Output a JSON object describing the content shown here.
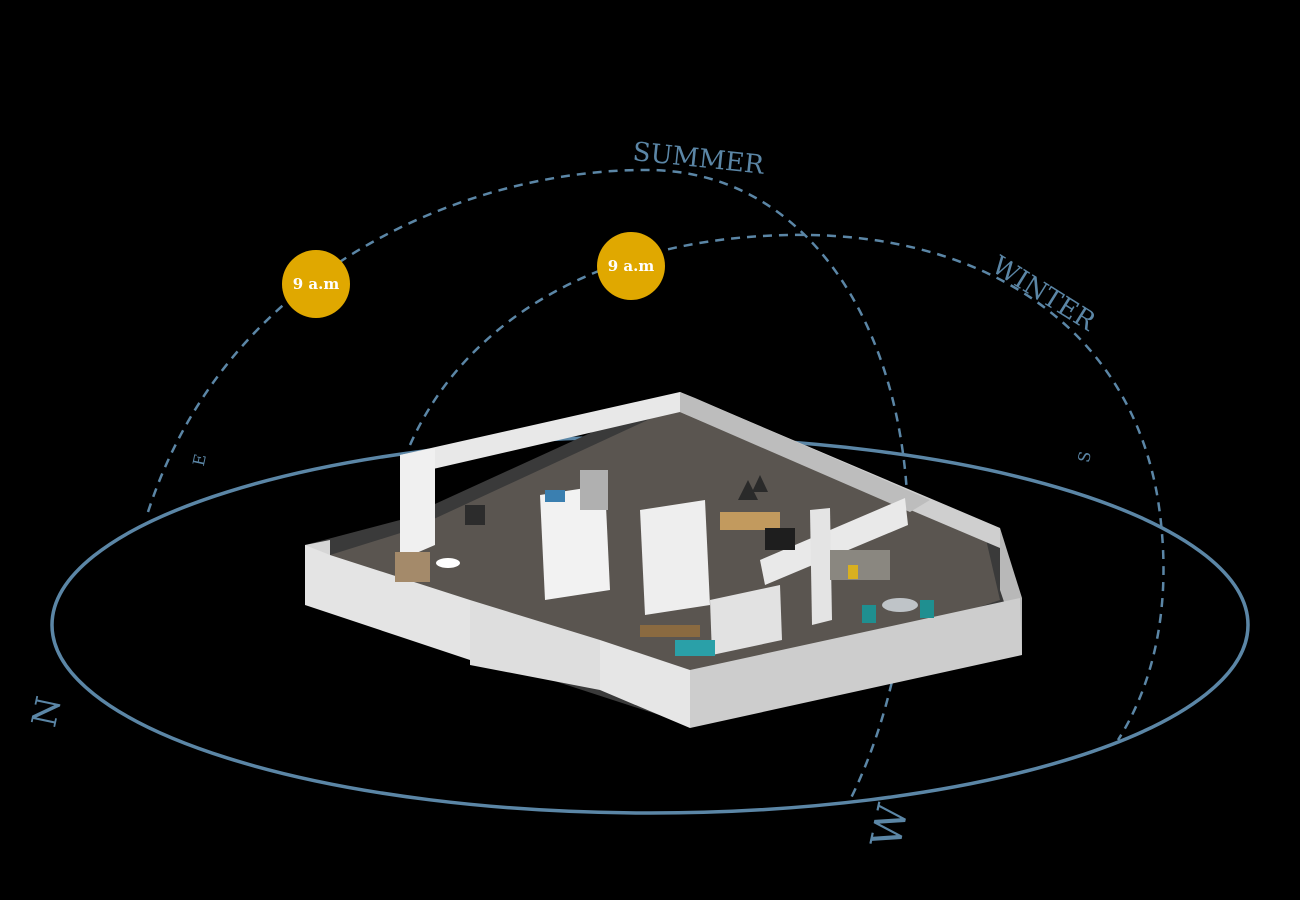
{
  "diagram": {
    "paths": {
      "summer_label": "SUMMER",
      "winter_label": "WINTER"
    },
    "suns": [
      {
        "label": "9 a.m"
      },
      {
        "label": "9 a.m"
      }
    ],
    "compass": {
      "north": "N",
      "east": "E",
      "south": "S",
      "west": "W"
    },
    "colors": {
      "background": "#000000",
      "path_line": "#5b86a6",
      "sun": "#e0a800",
      "sun_text": "#ffffff",
      "building_wall": "#dcdcdc"
    },
    "illustration": "isometric-apartment-floor-plan"
  }
}
